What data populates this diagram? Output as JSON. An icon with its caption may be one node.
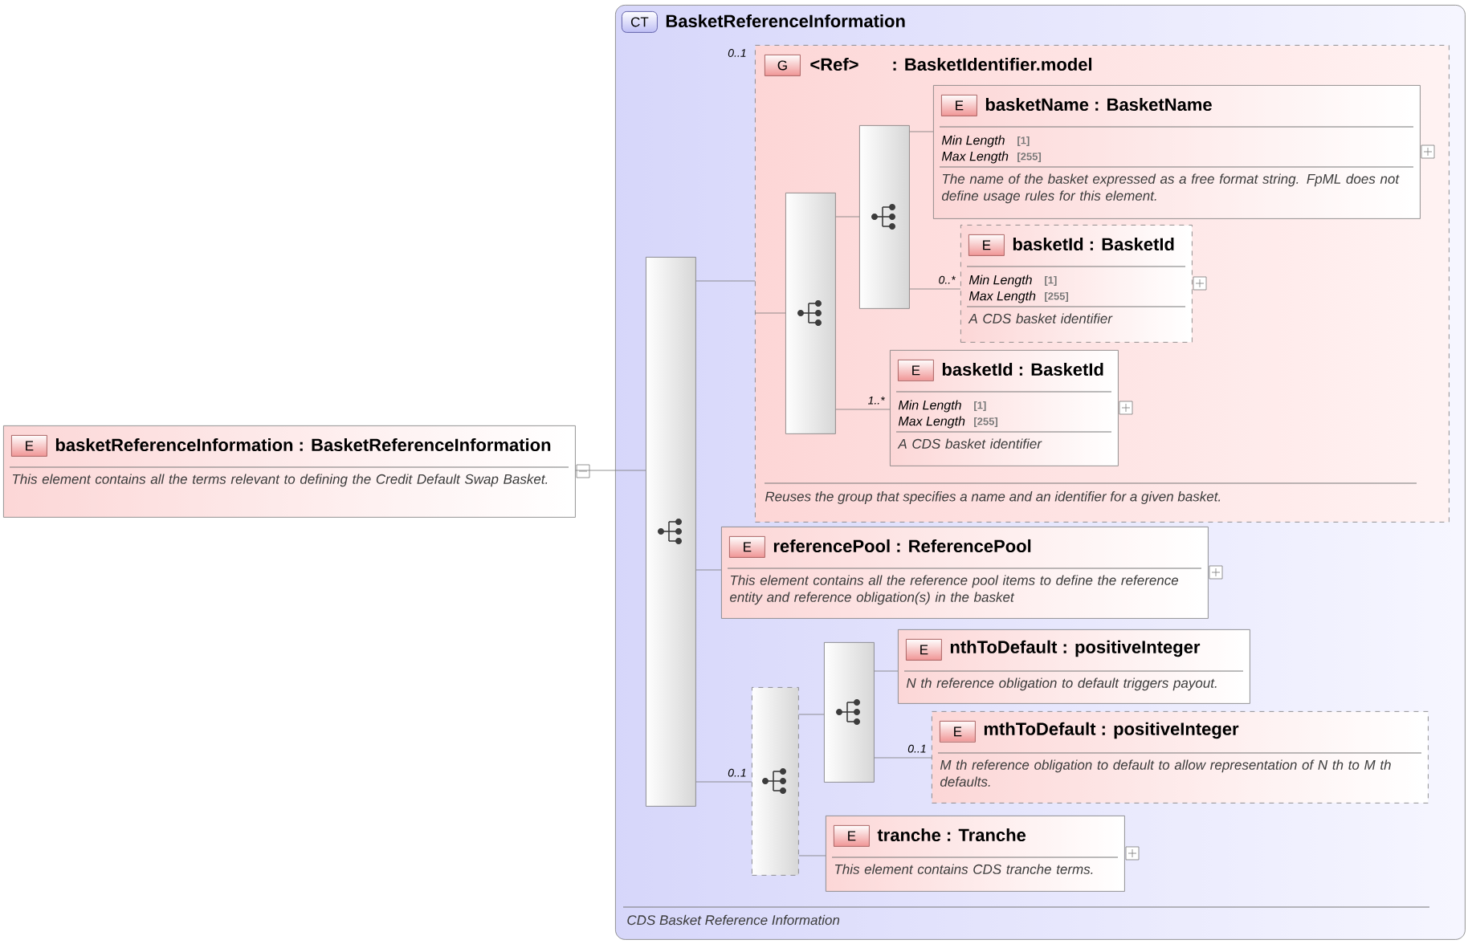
{
  "diagram": {
    "nodes": [
      {
        "text": [
          "E",
          "basketReferenceInformation : BasketReferenceInformation",
          "This element contains all the terms relevant to defining the Credit Default Swap Basket."
        ]
      },
      {
        "text": [
          "CT",
          "BasketReferenceInformation",
          "CDS Basket Reference Information"
        ]
      },
      {
        "text": [],
        "shape": "bar",
        "in": 1
      },
      {
        "text": [
          "G",
          "<Ref>",
          ": BasketIdentifier.model",
          "Reuses the group that specifies a name and an identifier for a given basket."
        ],
        "beside": [
          "0..1"
        ],
        "in": 1
      },
      {
        "text": [],
        "shape": "bar",
        "in": 3
      },
      {
        "text": [],
        "shape": "bar",
        "in": 3
      },
      {
        "text": [
          "E",
          "basketName : BasketName",
          "Min Length",
          "[1]",
          "Max Length",
          "[255]",
          "The name of the basket expressed as a free format string. FpML does not define usage rules for this element."
        ],
        "in": 3
      },
      {
        "text": [
          "E",
          "basketId : BasketId",
          "Min Length",
          "[1]",
          "Max Length",
          "[255]",
          "A CDS basket identifier"
        ],
        "in": 3
      },
      {
        "text": [
          "E",
          "basketId : BasketId",
          "Min Length",
          "[1]",
          "Max Length",
          "[255]",
          "A CDS basket identifier"
        ],
        "in": 3
      },
      {
        "text": [
          "E",
          "referencePool : ReferencePool",
          "This element contains all the reference pool items to define the reference entity and reference obligation(s) in the basket"
        ],
        "in": 1
      },
      {
        "text": [],
        "shape": "bar",
        "in": 1
      },
      {
        "text": [],
        "shape": "bar",
        "in": 1
      },
      {
        "text": [
          "E",
          "nthToDefault : positiveInteger",
          "N th reference obligation to default triggers payout."
        ],
        "in": 1
      },
      {
        "text": [
          "E",
          "mthToDefault : positiveInteger",
          "M th reference obligation to default to allow representation of N th to M th defaults."
        ],
        "in": 1
      },
      {
        "text": [
          "E",
          "tranche : Tranche",
          "This element contains CDS tranche terms."
        ],
        "in": 1
      }
    ],
    "edges": [
      {
        "from": 0,
        "to": 2,
        "arrow": "none"
      },
      {
        "from": 2,
        "to": 3,
        "arrow": "none"
      },
      {
        "from": 3,
        "to": 4,
        "arrow": "none"
      },
      {
        "from": 4,
        "to": 5,
        "arrow": "none"
      },
      {
        "from": 5,
        "to": 6,
        "arrow": "none"
      },
      {
        "from": 5,
        "to": 7,
        "arrow": "none",
        "label": "0..*"
      },
      {
        "from": 4,
        "to": 8,
        "arrow": "none",
        "label": "1..*"
      },
      {
        "from": 2,
        "to": 9,
        "arrow": "none"
      },
      {
        "from": 2,
        "to": 10,
        "arrow": "none",
        "label": "0..1"
      },
      {
        "from": 10,
        "to": 11,
        "arrow": "none"
      },
      {
        "from": 11,
        "to": 12,
        "arrow": "none"
      },
      {
        "from": 11,
        "to": 13,
        "arrow": "none",
        "label": "0..1"
      },
      {
        "from": 10,
        "to": 14,
        "arrow": "none"
      }
    ]
  }
}
